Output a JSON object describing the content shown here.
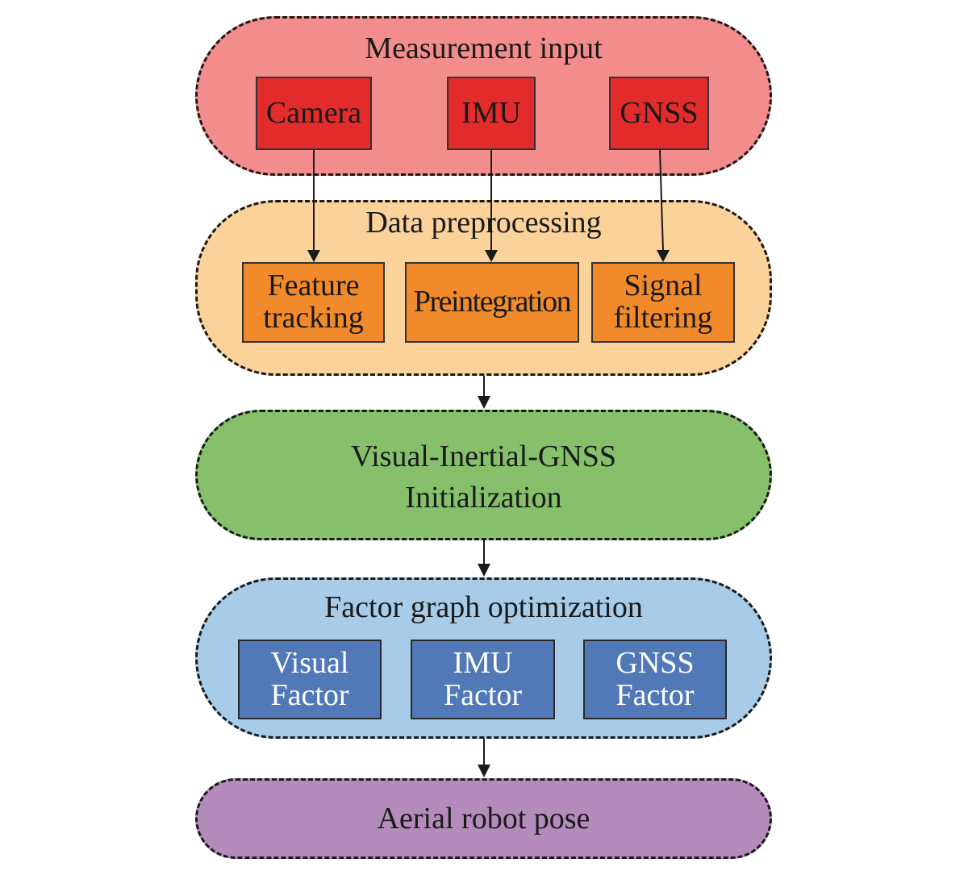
{
  "colors": {
    "measurement_stage": "#f38d8d",
    "measurement_box": "#e32b2b",
    "preprocessing_stage": "#fad29a",
    "preprocessing_box": "#f08a2b",
    "initialization_stage": "#87c06a",
    "optimization_stage": "#a8cce7",
    "optimization_box": "#5179b8",
    "output_stage": "#b38cbb",
    "dashed_border": "#1a1a1a",
    "arrow": "#1a1a1a"
  },
  "measurement_input": {
    "title": "Measurement input",
    "sensors": [
      "Camera",
      "IMU",
      "GNSS"
    ]
  },
  "data_preprocessing": {
    "title": "Data preprocessing",
    "steps": [
      "Feature\ntracking",
      "Preintegration",
      "Signal\nfiltering"
    ]
  },
  "initialization": {
    "title": "Visual-Inertial-GNSS\nInitialization"
  },
  "factor_graph_optimization": {
    "title": "Factor graph optimization",
    "factors": [
      "Visual\nFactor",
      "IMU\nFactor",
      "GNSS\nFactor"
    ]
  },
  "output": {
    "title": "Aerial robot pose"
  },
  "connections": [
    {
      "from": "Camera",
      "to": "Feature tracking"
    },
    {
      "from": "IMU",
      "to": "Preintegration"
    },
    {
      "from": "GNSS",
      "to": "Signal filtering"
    },
    {
      "from": "Data preprocessing",
      "to": "Visual-Inertial-GNSS Initialization"
    },
    {
      "from": "Visual-Inertial-GNSS Initialization",
      "to": "Factor graph optimization"
    },
    {
      "from": "Factor graph optimization",
      "to": "Aerial robot pose"
    }
  ]
}
